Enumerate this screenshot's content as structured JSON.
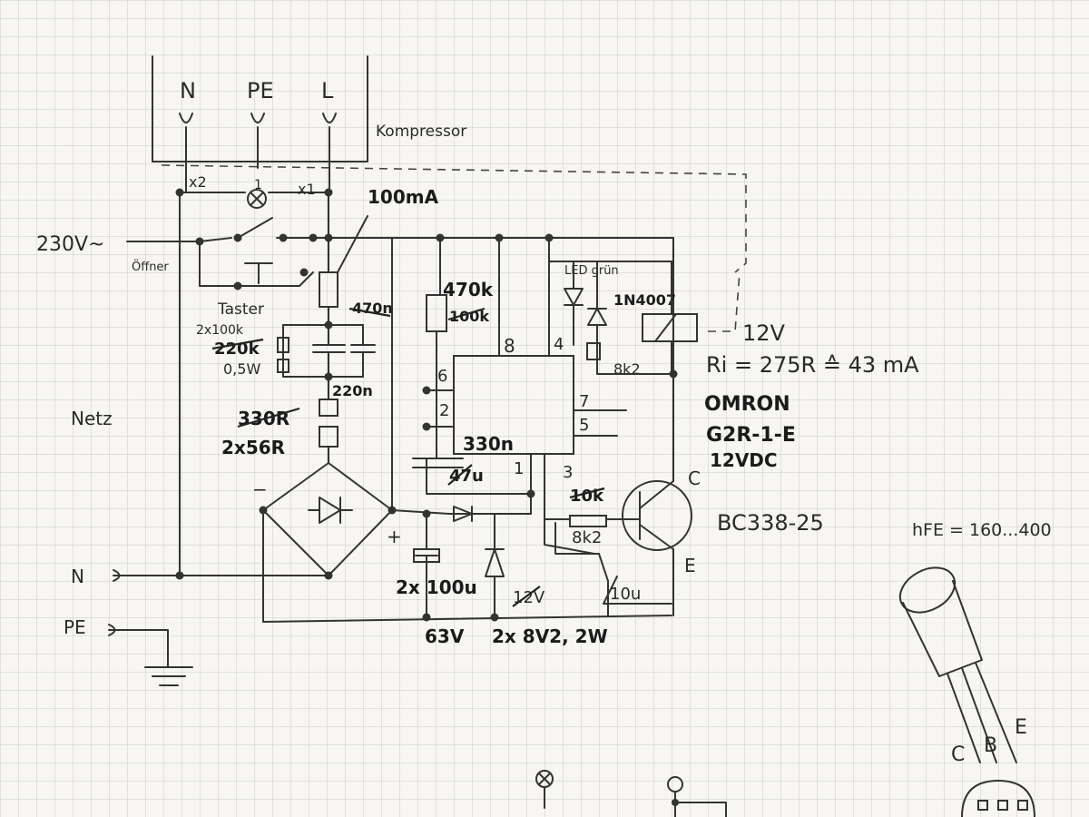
{
  "labels": {
    "n_top": "N",
    "pe_top": "PE",
    "l_top": "L",
    "kompressor": "Kompressor",
    "x2": "x2",
    "x1": "x1",
    "lamp_1": "1",
    "fuse": "100mA",
    "v230": "230V~",
    "offner": "Öffner",
    "taster": "Taster",
    "c_470n": "470n",
    "r_2x100k": "2x100k",
    "r_220k": "220k",
    "r_05w": "0,5W",
    "c_220n": "220n",
    "r_330r": "330R",
    "r_2x56r": "2x56R",
    "netz": "Netz",
    "r_470k": "470k",
    "r_100k": "100k",
    "pin8": "8",
    "pin4_top": "4",
    "pin6": "6",
    "pin2": "2",
    "pin7": "7",
    "pin5": "5",
    "pin1": "1",
    "pin3": "3",
    "c_330n": "330n",
    "c_47u": "47u",
    "led": "LED grün",
    "diode_1n4007": "1N4007",
    "r_8k2_top": "8k2",
    "v12": "12V",
    "ri": "Ri = 275R ≙ 43 mA",
    "relay_brand": "OMRON",
    "relay_model": "G2R-1-E",
    "relay_v": "12VDC",
    "r_10k": "10k",
    "r_8k2": "8k2",
    "c_label": "C",
    "e_label": "E",
    "transistor": "BC338-25",
    "hfe": "hFE = 160...400",
    "c_2x100u": "2x 100u",
    "v63": "63V",
    "zener": "2x 8V2, 2W",
    "v12_strike": "12V",
    "c_10u": "10u",
    "n_bottom": "N",
    "pe_bottom": "PE",
    "pin_c": "C",
    "pin_b": "B",
    "pin_e": "E"
  }
}
